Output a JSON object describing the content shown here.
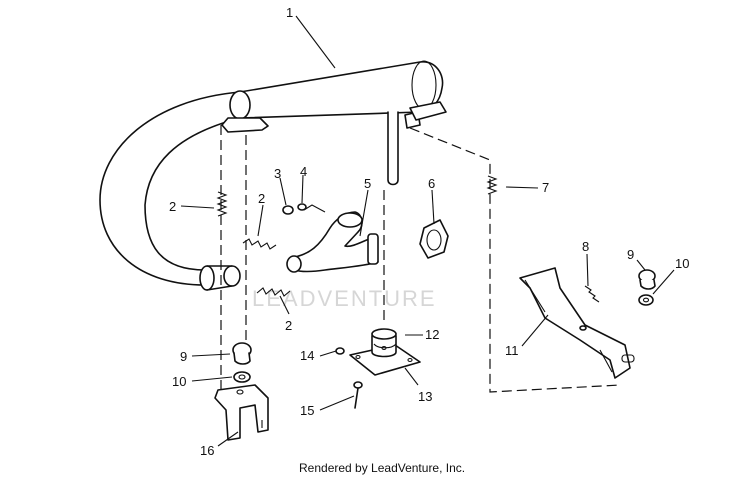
{
  "diagram": {
    "callouts": [
      "1",
      "2",
      "2",
      "2",
      "3",
      "4",
      "5",
      "6",
      "7",
      "8",
      "9",
      "10",
      "11",
      "9",
      "10",
      "12",
      "13",
      "14",
      "15",
      "16"
    ],
    "watermark": "LEADVENTURE",
    "footer": "Rendered by LeadVenture, Inc."
  }
}
